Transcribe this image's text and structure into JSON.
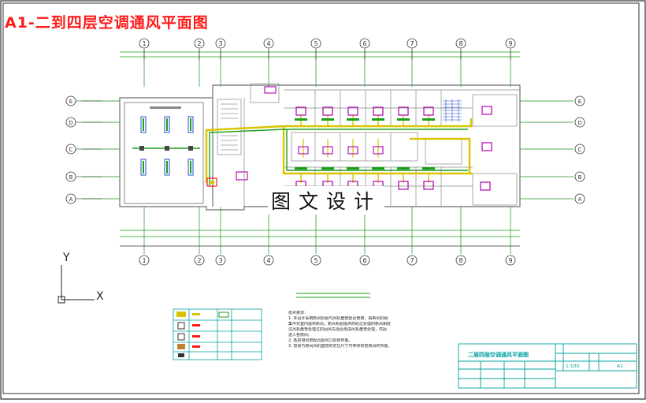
{
  "title": "A1-二到四层空调通风平面图",
  "watermark": "图文设计",
  "grid_top_labels": [
    "1",
    "2",
    "3",
    "4",
    "5",
    "6",
    "7",
    "8",
    "9"
  ],
  "grid_side_labels": [
    "E",
    "D",
    "C",
    "B",
    "A"
  ],
  "notes_title": "技术要求：",
  "notes_lines": [
    "1. 本设计采用新风机组与风机盘管配合使用，由新风机组",
    "集中对室内提供新风，新风机组提供的经过处理的新风和经",
    "过风机盘管处理过的回风先混合再由风机盘管处理，然后",
    "送入各房间。",
    "2. 各层排风管配合配风口原则布置。",
    "3. 管道与房间风机盘管的定位尺寸可参照有管房间的布置。"
  ],
  "titleblock": {
    "drawing_name": "二层四层空调通风平面图",
    "scale": "1:100",
    "sheet_no": "A1"
  },
  "axis": {
    "y": "Y",
    "x": "X"
  },
  "colors": {
    "frame": "#000000",
    "wall": "#6e6e6e",
    "grid": "#1a8f1a",
    "duct_yellow": "#d8c400",
    "duct_green": "#1aa01a",
    "unit_magenta": "#b000b0",
    "cyan": "#00a0a0",
    "red": "#ff1a1a",
    "blue": "#2050d0"
  }
}
